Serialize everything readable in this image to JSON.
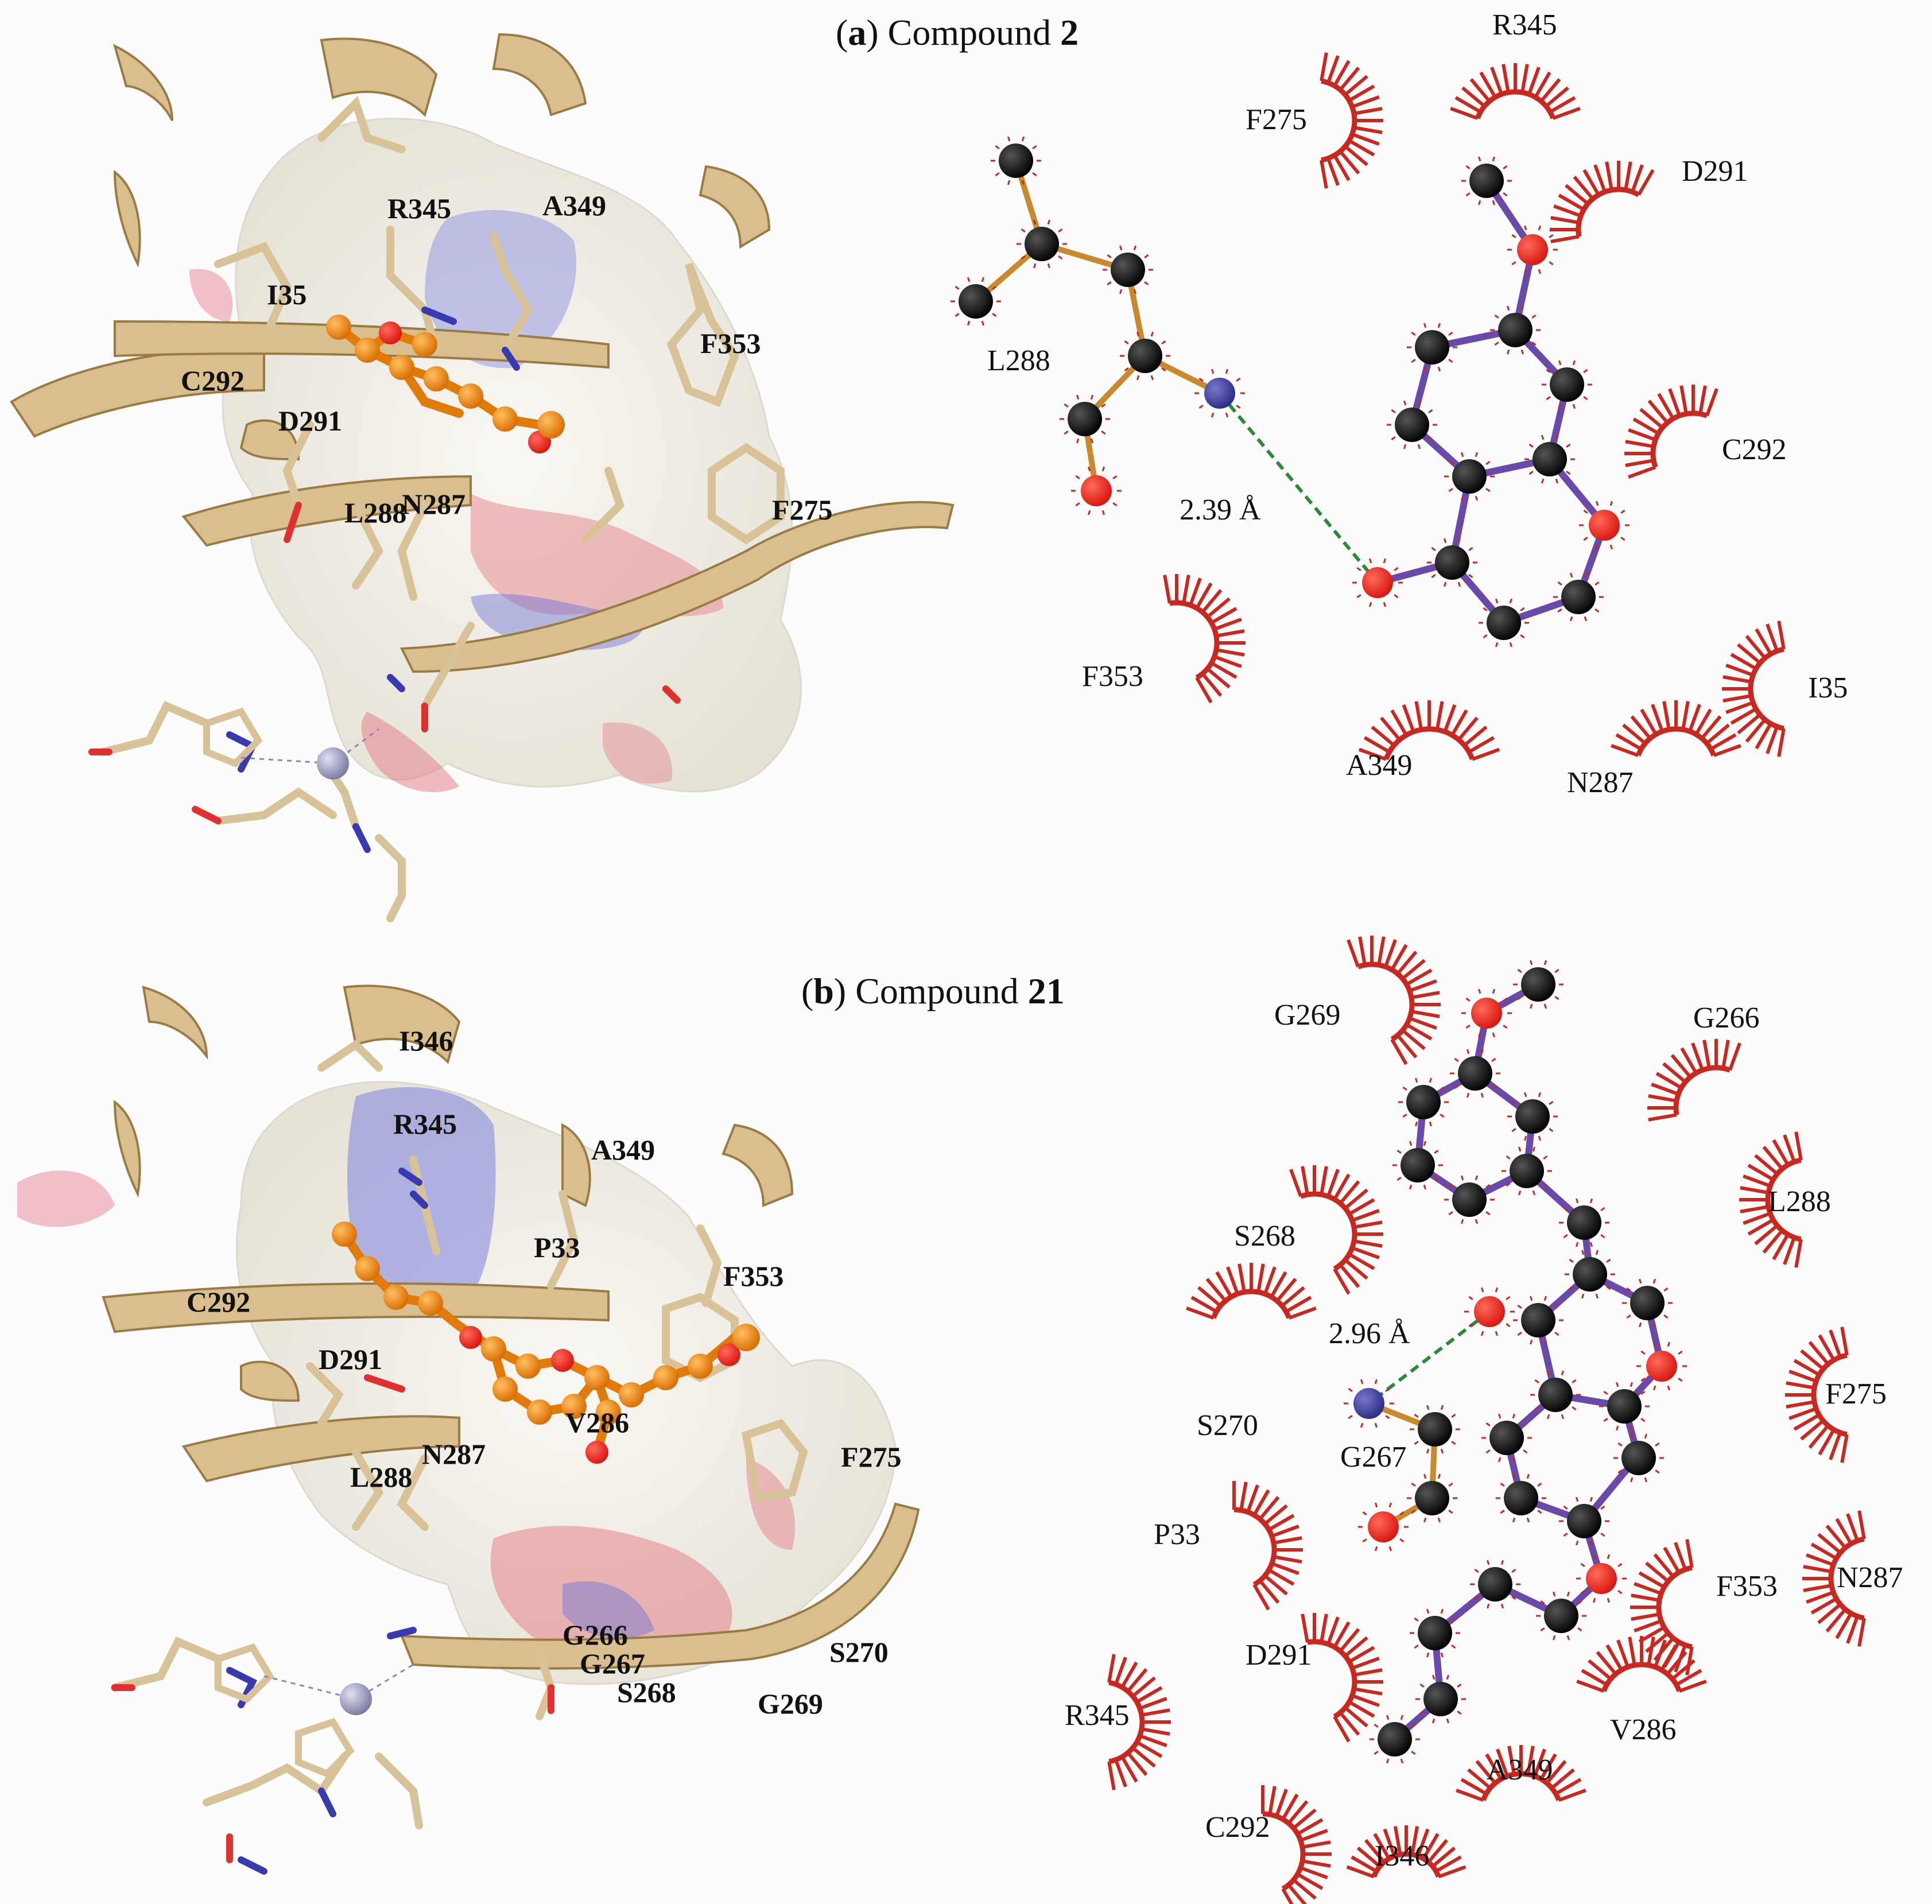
{
  "panel_a": {
    "label": "a",
    "title": "Compound",
    "compound": "2",
    "labels_3d": [
      "R345",
      "A349",
      "I35",
      "F353",
      "C292",
      "D291",
      "L288",
      "N287",
      "F275"
    ],
    "labels_2d": [
      "R345",
      "F275",
      "D291",
      "L288",
      "C292",
      "F353",
      "I35",
      "A349",
      "N287"
    ],
    "distance": "2.39 Å"
  },
  "panel_b": {
    "label": "b",
    "title": "Compound",
    "compound": "21",
    "labels_3d": [
      "I346",
      "R345",
      "A349",
      "P33",
      "F353",
      "C292",
      "D291",
      "V286",
      "F275",
      "N287",
      "L288",
      "G266",
      "G267",
      "S268",
      "G269",
      "S270"
    ],
    "labels_2d": [
      "G269",
      "G266",
      "S268",
      "L288",
      "F275",
      "S270",
      "G267",
      "P33",
      "F353",
      "N287",
      "D291",
      "R345",
      "V286",
      "A349",
      "C292",
      "I346"
    ],
    "distance": "2.96 Å"
  },
  "colors": {
    "carbon": "#0a0a0a",
    "oxygen": "#e8201c",
    "nitrogen": "#3a3a9a",
    "ligand_bond": "#6a4aa8",
    "residue_bond": "#c98a2e",
    "hydrophobic_arc": "#c8281f",
    "hbond": "#2a8a3a",
    "ribbon": "#d9bf8e",
    "ligand_3d": "#f08a10",
    "surface": "#f4f1ea"
  }
}
